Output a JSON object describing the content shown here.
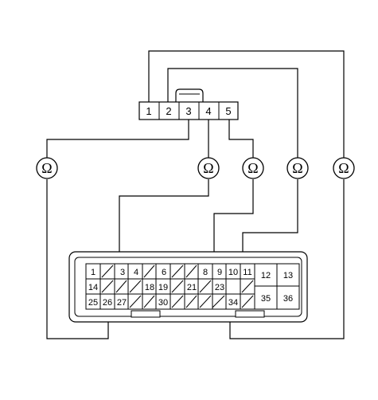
{
  "colors": {
    "line": "#000000",
    "background": "#ffffff"
  },
  "top_connector": {
    "pins": [
      "1",
      "2",
      "3",
      "4",
      "5"
    ]
  },
  "meter": {
    "symbol": "Ω",
    "icon": "ohmmeter-icon"
  },
  "bottom_connector": {
    "row1": [
      "1",
      "3",
      "4",
      "6",
      "8",
      "9",
      "10",
      "11",
      "12",
      "13"
    ],
    "row2": [
      "14",
      "18",
      "19",
      "21",
      "23",
      "35",
      "36"
    ],
    "row3": [
      "25",
      "26",
      "27",
      "30",
      "34"
    ]
  }
}
